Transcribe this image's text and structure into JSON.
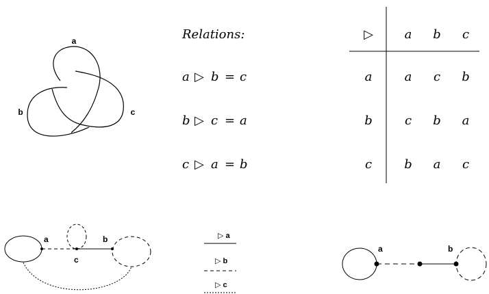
{
  "knot": {
    "arc_labels": [
      "a",
      "b",
      "c"
    ]
  },
  "relations": {
    "heading": "Relations:",
    "items": [
      {
        "left": "a",
        "op": "▷",
        "right": "b",
        "eq": "=",
        "result": "c"
      },
      {
        "left": "b",
        "op": "▷",
        "right": "c",
        "eq": "=",
        "result": "a"
      },
      {
        "left": "c",
        "op": "▷",
        "right": "a",
        "eq": "=",
        "result": "b"
      }
    ]
  },
  "table": {
    "corner": "▷",
    "columns": [
      "a",
      "b",
      "c"
    ],
    "rows": [
      {
        "label": "a",
        "cells": [
          "a",
          "c",
          "b"
        ]
      },
      {
        "label": "b",
        "cells": [
          "c",
          "b",
          "a"
        ]
      },
      {
        "label": "c",
        "cells": [
          "b",
          "a",
          "c"
        ]
      }
    ]
  },
  "graph_left": {
    "labels": {
      "a": "a",
      "c": "c",
      "b": "b"
    }
  },
  "legend": {
    "items": [
      {
        "label": "▷ a",
        "style": "solid"
      },
      {
        "label": "▷ b",
        "style": "dashed"
      },
      {
        "label": "▷ c",
        "style": "dotted"
      }
    ]
  },
  "graph_right": {
    "labels": {
      "a": "a",
      "b": "b"
    }
  }
}
